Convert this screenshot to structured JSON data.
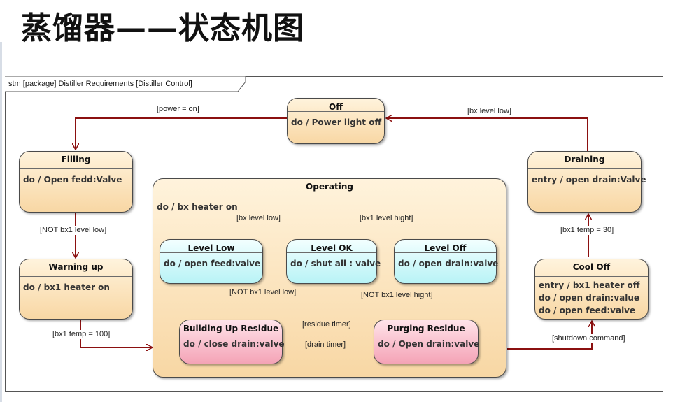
{
  "title": "蒸馏器——状态机图",
  "diagram": {
    "frame_label": "stm [package] Distiller Requirements [Distiller Control]",
    "states": {
      "off": {
        "name": "Off",
        "activities": [
          "do / Power light off"
        ]
      },
      "filling": {
        "name": "Filling",
        "activities": [
          "do / Open fedd:Valve"
        ]
      },
      "warning_up": {
        "name": "Warning up",
        "activities": [
          "do / bx1 heater on"
        ]
      },
      "operating": {
        "name": "Operating",
        "activities": [
          "do / bx heater on"
        ]
      },
      "level_low": {
        "name": "Level Low",
        "activities": [
          "do / open feed:valve"
        ]
      },
      "level_ok": {
        "name": "Level OK",
        "activities": [
          "do / shut all : valve"
        ]
      },
      "level_off": {
        "name": "Level Off",
        "activities": [
          "do / open drain:valve"
        ]
      },
      "building_up_residue": {
        "name": "Building Up Residue",
        "activities": [
          "do / close drain:valve"
        ]
      },
      "purging_residue": {
        "name": "Purging Residue",
        "activities": [
          "do / Open drain:valve"
        ]
      },
      "draining": {
        "name": "Draining",
        "activities": [
          "entry / open drain:Valve"
        ]
      },
      "cool_off": {
        "name": "Cool Off",
        "activities": [
          "entry / bx1 heater off",
          "do / open drain:value",
          "do / open feed:valve"
        ]
      }
    },
    "transitions": {
      "off_to_filling": "[power = on]",
      "draining_to_off": "[bx level low]",
      "filling_to_warning": "[NOT bx1 level low]",
      "warning_to_operating": "[bx1 temp = 100]",
      "ok_to_low": "[bx level low]",
      "ok_to_off": "[bx1 level hight]",
      "low_to_ok": "[NOT bx1 level low]",
      "off_to_ok": "[NOT bx1 level hight]",
      "building_to_purging": "[residue timer]",
      "purging_to_building": "[drain timer]",
      "cooloff_to_draining": "[bx1 temp = 30]",
      "operating_to_cooloff": "[shutdown command]"
    },
    "colors": {
      "transition": "#8b1010",
      "state_orange": "#f8d7a4",
      "state_cyan": "#b8f3f6",
      "state_pink": "#f4a3b6"
    }
  }
}
